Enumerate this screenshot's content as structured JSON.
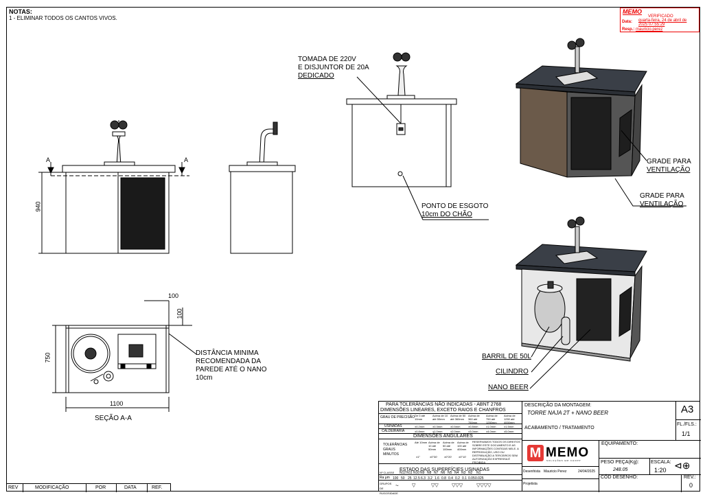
{
  "notes": {
    "title": "NOTAS:",
    "line1": "1 - ELIMINAR TODOS OS CANTOS VIVOS."
  },
  "stamp": {
    "logo": "MEMO",
    "status": "VERIFICADO",
    "date_label": "Data:",
    "date_value": "quarta-feira, 24 de abril de 2025 07:55:29",
    "resp_label": "Resp.:",
    "resp_value": "mauricio.perez"
  },
  "callouts": {
    "power": [
      "TOMADA DE 220V",
      "E DISJUNTOR DE 20A",
      "DEDICADO"
    ],
    "drain": [
      "PONTO DE ESGOTO",
      "10cm DO CHÃO"
    ],
    "grade1": [
      "GRADE PARA",
      "VENTILAÇÃO"
    ],
    "grade2": [
      "GRADE PARA",
      "VENTILAÇÃO"
    ],
    "distance": [
      "DISTÂNCIA MINIMA",
      "RECOMENDADA DA",
      "PAREDE ATÉ O NANO",
      "10cm"
    ],
    "barril": "BARRIL DE 50L",
    "cilindro": "CILINDRO",
    "nano": "NANO BEER"
  },
  "dims": {
    "height": "940",
    "depth": "750",
    "width": "1100",
    "gap_h": "100",
    "gap_v": "100",
    "section_mark": "A"
  },
  "section_label": "SEÇÃO A-A",
  "tolerance": {
    "header1": "PARA TOLERÂNCIAS NÃO INDICADAS - ABNT 2768",
    "header2": "DIMENSÕES LINEARES, EXCETO RAIOS E CHANFROS",
    "grau": "GRAU DE PRECISÃO",
    "ranges": [
      "De 0 até 10mm",
      "Acima de 10 até 50mm",
      "Acima de 50 até 360mm",
      "Acima de 360 até 750mm",
      "Acima de 750 até 1250mm",
      "Acima de 1250 até 4000mm"
    ],
    "usinadas_label": "USINADAS",
    "usinadas": [
      "±0.2mm",
      "±0.3mm",
      "±0.5mm",
      "±0.8mm",
      "±1.0mm",
      "±1.5mm"
    ],
    "caldeiraria_label": "CALDEIRARIA",
    "caldeiraria": [
      "±0.8mm",
      "±1.0mm",
      "±2.0mm",
      "±3.0mm",
      "±4.0mm",
      "±5.0mm"
    ],
    "angular_header": "DIMENSÕES ANGULARES",
    "angular_label": "TOLERÂNCIAS GRAUS MINUTOS",
    "angular_ranges": [
      "Até 10mm",
      "Acima de 10 até 50mm",
      "Acima de 50 até 100mm",
      "Acima de 100 até 400mm"
    ],
    "angular_values": [
      "±1°",
      "±0°30'",
      "±0°20'",
      "±0°10'"
    ],
    "reserved": "RESERVAMOS TODOS OS DIREITOS SOBRE ESTE DOCUMENTO E AS INFORMAÇÕES CONTIDAS NELE. A REPRODUÇÃO, USO OU DISTRIBUIÇÃO A TERCEIROS SEM AUTORIZAÇÃO EXPRESSA É PROIBIDA",
    "surface_header": "ESTADO DAS SUPERFÍCIES USINADAS",
    "n_label": "Nº CLASSE",
    "n_classes": [
      "N12",
      "N11",
      "N10",
      "N9",
      "N8",
      "N7",
      "N6",
      "N5",
      "N4",
      "N3",
      "N2",
      "N1"
    ],
    "ra_label": "Ra µm",
    "ra_values": [
      "100",
      "50",
      "25",
      "12.5",
      "6.3",
      "3.2",
      "1.6",
      "0.8",
      "0.4",
      "0.2",
      "0.1",
      "0.05",
      "0.025"
    ],
    "grupos_label": "GRUPOS DE RUGOSIDADE",
    "symbols": [
      "~",
      "▽",
      "▽▽",
      "▽▽▽",
      "▽▽▽▽"
    ]
  },
  "titleblock": {
    "desc_label": "DESCRIÇÃO DA MONTAGEM:",
    "desc_value": "TORRE NAJA 2T + NANO BEER",
    "format": "A3",
    "acab_label": "ACABAMENTO / TRATAMENTO",
    "fl_label": "FL./FLS.:",
    "fl_value": "1/1",
    "equip_label": "EQUIPAMENTO:",
    "logo_m": "M",
    "logo_text": "MEMO",
    "logo_sub": "SOLUÇÕES EM CHOPP",
    "peso_label": "PESO PEÇA(Kg):",
    "peso_value": "248.05",
    "escala_label": "ESCALA:",
    "escala_value": "1:20",
    "cod_label": "CÓD DESENHO:",
    "rev_label": "REV.:",
    "rev_value": "0",
    "desenhista_label": "Desenhista",
    "desenhista_value": "Mauricio Perez",
    "data_value": "24/04/2025",
    "projetista_label": "Projetista"
  },
  "revision": {
    "cols": [
      "REV",
      "MODIFICAÇÃO",
      "POR",
      "DATA",
      "REF."
    ]
  },
  "colors": {
    "stamp": "#e00000",
    "logo_red": "#e53935",
    "wood": "#6b5a4a",
    "counter": "#3a3f47"
  }
}
